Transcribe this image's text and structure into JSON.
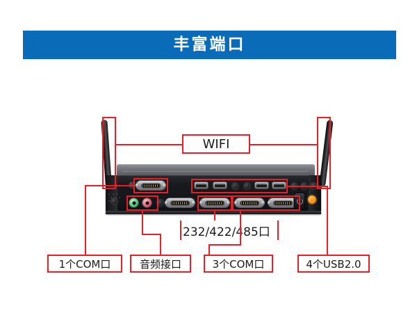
{
  "header": {
    "title": "丰富端口",
    "background_color": "#0a6cb8",
    "text_color": "#ffffff"
  },
  "annotation": {
    "color": "#ee1c25"
  },
  "product": {
    "name": "embedded-industrial-pc",
    "chassis_color": "#17181a",
    "led_color": "#f5921e"
  },
  "callouts": [
    {
      "id": "wifi",
      "label": "WIFI",
      "target": "antennas"
    },
    {
      "id": "com-single",
      "label": "1个COM口",
      "target": "top-db9-port"
    },
    {
      "id": "audio",
      "label": "音频接口",
      "target": "audio-jacks"
    },
    {
      "id": "serial-mode",
      "label": "232/422/485口",
      "target": "configurable-db9-port"
    },
    {
      "id": "com-triple",
      "label": "3个COM口",
      "target": "bottom-db9-ports"
    },
    {
      "id": "usb",
      "label": "4个USB2.0",
      "target": "usb-ports"
    }
  ]
}
